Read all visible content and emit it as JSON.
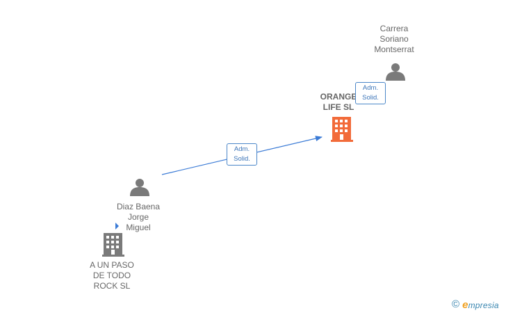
{
  "colors": {
    "edge": "#3b7bd6",
    "person": "#7a7a7a",
    "company": "#7a7a7a",
    "company_highlight": "#f26b3a",
    "label": "#666666",
    "watermark": "#3a86b0",
    "watermark_e": "#f0a020"
  },
  "nodes": {
    "orange_life": {
      "label": "ORANGE\nLIFE  SL",
      "icon": "building-icon"
    },
    "carrera": {
      "label": "Carrera\nSoriano\nMontserrat",
      "icon": "person-icon"
    },
    "diaz": {
      "label": "Diaz Baena\nJorge\nMiguel",
      "icon": "person-icon"
    },
    "a_un_paso": {
      "label": "A UN PASO\nDE TODO\nROCK  SL",
      "icon": "building-icon"
    }
  },
  "edges": {
    "diaz_to_orange": {
      "label": "Adm.\nSolid."
    },
    "carrera_to_orange": {
      "label": "Adm.\nSolid."
    }
  },
  "watermark": {
    "copyright": "©",
    "brand_initial": "e",
    "brand_rest": "mpresia"
  }
}
